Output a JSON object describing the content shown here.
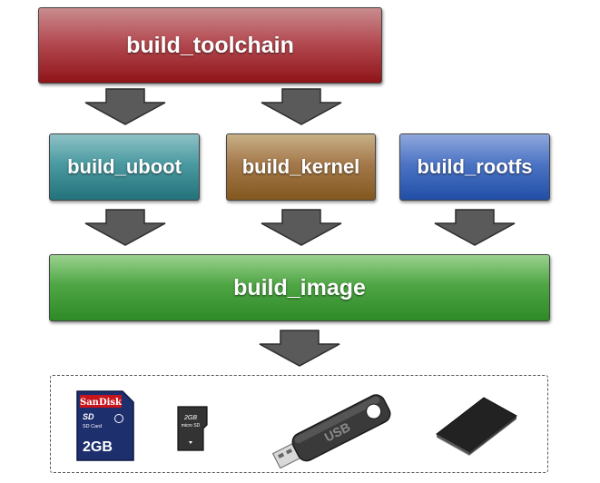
{
  "stages": {
    "toolchain": {
      "label": "build_toolchain",
      "color": "#a0292e"
    },
    "uboot": {
      "label": "build_uboot",
      "color": "#35868e"
    },
    "kernel": {
      "label": "build_kernel",
      "color": "#946834"
    },
    "rootfs": {
      "label": "build_rootfs",
      "color": "#3562b8"
    },
    "image": {
      "label": "build_image",
      "color": "#3e9836"
    }
  },
  "storage_devices": [
    {
      "icon": "sd-card-icon",
      "brand": "SanDisk",
      "card_type": "SD Card",
      "capacity": "2GB"
    },
    {
      "icon": "microsd-card-icon",
      "capacity": "2GB"
    },
    {
      "icon": "usb-flash-drive-icon",
      "text": "USB"
    },
    {
      "icon": "nand-flash-chip-icon"
    }
  ]
}
